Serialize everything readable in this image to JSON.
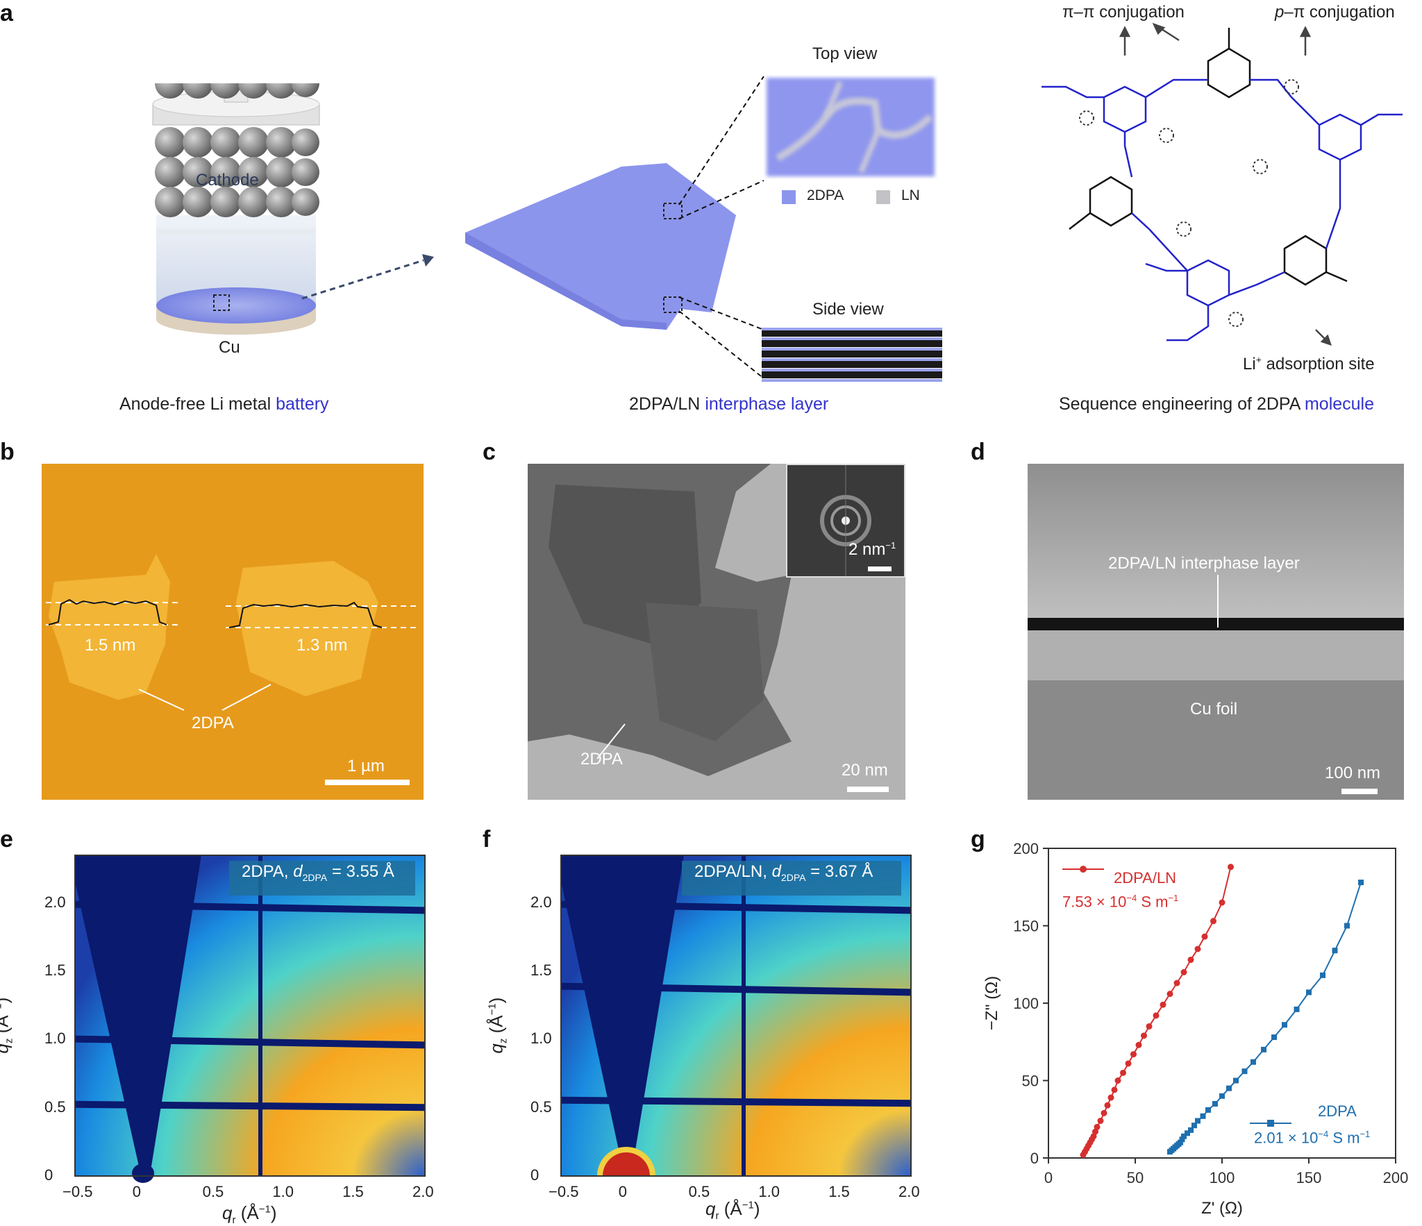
{
  "panel_labels": {
    "a": "a",
    "b": "b",
    "c": "c",
    "d": "d",
    "e": "e",
    "f": "f",
    "g": "g"
  },
  "panel_a": {
    "battery": {
      "cathode": "Cathode",
      "cu": "Cu",
      "caption_prefix": "Anode-free Li metal ",
      "caption_highlight": "battery"
    },
    "layer": {
      "top_view": "Top view",
      "side_view": "Side view",
      "legend_2dpa": "2DPA",
      "legend_ln": "LN",
      "caption_prefix": "2DPA/LN ",
      "caption_highlight": "interphase layer"
    },
    "molecule": {
      "pi_pi": "π–π conjugation",
      "p_pi_italic": "p",
      "p_pi_rest": "–π conjugation",
      "li_site_prefix": "Li",
      "li_site_sup": "+",
      "li_site_rest": " adsorption site",
      "caption_prefix": "Sequence engineering of 2DPA ",
      "caption_highlight": "molecule"
    }
  },
  "panel_b": {
    "height1": "1.5 nm",
    "height2": "1.3 nm",
    "label": "2DPA",
    "scale": "1 µm"
  },
  "panel_c": {
    "label": "2DPA",
    "scale": "20 nm",
    "inset_scale": "2 nm",
    "inset_scale_sup": "−1"
  },
  "panel_d": {
    "layer_label": "2DPA/LN interphase layer",
    "cu_label": "Cu foil",
    "scale": "100 nm"
  },
  "panel_e": {
    "annot_prefix": "2DPA, ",
    "annot_d": "d",
    "annot_sub": "2DPA",
    "annot_value": " = 3.55 Å"
  },
  "panel_f": {
    "annot_prefix": "2DPA/LN, ",
    "annot_d": "d",
    "annot_sub": "2DPA",
    "annot_value": " = 3.67 Å"
  },
  "gisaxs_axes": {
    "xlabel_q": "q",
    "xlabel_sub": "r",
    "xlabel_unit": " (Å",
    "xlabel_exp": "−1",
    "xlabel_close": ")",
    "ylabel_q": "q",
    "ylabel_sub": "z",
    "ylabel_unit": " (Å",
    "ylabel_exp": "−1",
    "ylabel_close": ")",
    "xticks": [
      "−0.5",
      "0",
      "0.5",
      "1.0",
      "1.5",
      "2.0"
    ],
    "yticks": [
      "0",
      "0.5",
      "1.0",
      "1.5",
      "2.0"
    ]
  },
  "chart_data": {
    "type": "scatter",
    "xlabel": "Z' (Ω)",
    "ylabel": "−Z'' (Ω)",
    "xlim": [
      0,
      200
    ],
    "ylim": [
      0,
      200
    ],
    "xticks": [
      "0",
      "50",
      "100",
      "150",
      "200"
    ],
    "yticks": [
      "0",
      "50",
      "100",
      "150",
      "200"
    ],
    "series": [
      {
        "name": "2DPA/LN",
        "annotation": "7.53 × 10",
        "annotation_exp": "−4",
        "annotation_unit": " S m",
        "annotation_unit_exp": "−1",
        "color": "#d62f2f",
        "marker": "circle",
        "x": [
          20,
          21,
          22,
          23,
          24,
          25,
          26,
          27,
          28,
          30,
          32,
          34,
          36,
          38,
          40,
          43,
          46,
          49,
          52,
          55,
          58,
          62,
          66,
          70,
          74,
          78,
          82,
          86,
          90,
          95,
          100,
          105
        ],
        "y": [
          2,
          4,
          6,
          8,
          10,
          12,
          14,
          17,
          20,
          24,
          29,
          34,
          39,
          44,
          50,
          55,
          61,
          67,
          73,
          79,
          85,
          92,
          99,
          106,
          113,
          120,
          128,
          135,
          143,
          153,
          165,
          188
        ]
      },
      {
        "name": "2DPA",
        "annotation": "2.01 × 10",
        "annotation_exp": "−4",
        "annotation_unit": " S m",
        "annotation_unit_exp": "−1",
        "color": "#1f6fae",
        "marker": "square",
        "x": [
          70,
          71,
          72,
          73,
          74,
          75,
          76,
          77,
          78,
          80,
          82,
          84,
          86,
          89,
          92,
          96,
          100,
          104,
          108,
          113,
          118,
          124,
          130,
          136,
          143,
          150,
          158,
          165,
          172,
          180
        ],
        "y": [
          4,
          5,
          6,
          7,
          8,
          9,
          10,
          12,
          14,
          16,
          18,
          21,
          24,
          27,
          31,
          35,
          40,
          45,
          50,
          56,
          62,
          70,
          78,
          86,
          96,
          107,
          118,
          134,
          150,
          178
        ]
      }
    ]
  }
}
